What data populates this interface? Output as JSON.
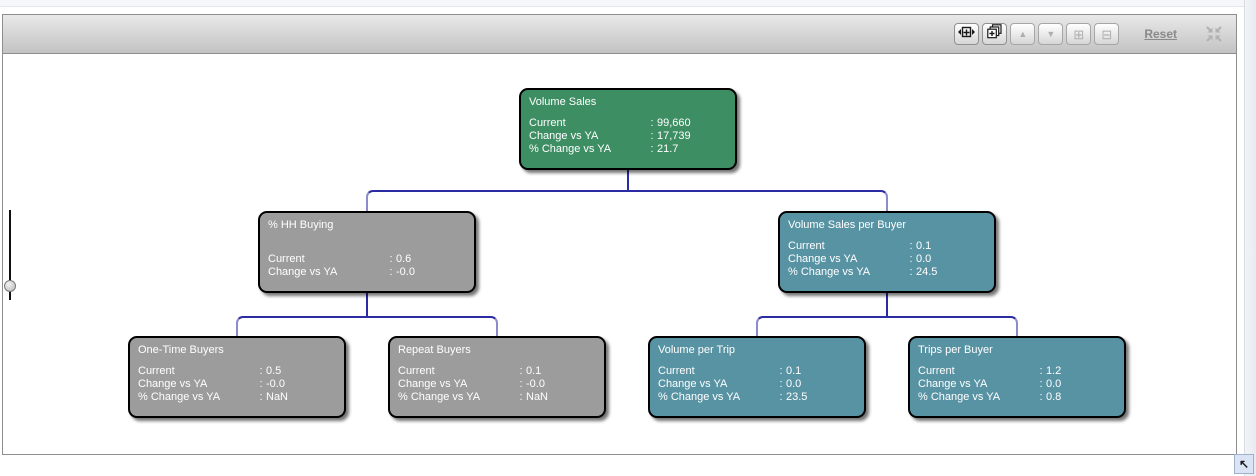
{
  "toolbar": {
    "reset_label": "Reset",
    "buttons": [
      {
        "id": "fit-width",
        "icon": "fit-width-icon",
        "enabled": true
      },
      {
        "id": "expand-all",
        "icon": "layers-expand-icon",
        "enabled": true
      },
      {
        "id": "move-up",
        "icon": "up-arrow-icon",
        "enabled": false
      },
      {
        "id": "move-down",
        "icon": "down-arrow-icon",
        "enabled": false
      },
      {
        "id": "expand-node",
        "icon": "plus-box-icon",
        "enabled": false
      },
      {
        "id": "collapse-node",
        "icon": "minus-box-icon",
        "enabled": false
      }
    ]
  },
  "icons": {
    "up_glyph": "▲",
    "down_glyph": "▼",
    "plus_glyph": "⊞",
    "minus_glyph": "⊟",
    "corner_glyph": "↖"
  },
  "colors": {
    "green": "#3E8E64",
    "teal": "#5893A3",
    "gray": "#9C9C9C",
    "connector": "#2B2BA3",
    "connector_light": "#8C8CCD"
  },
  "tree": {
    "colon": ":",
    "nodes": [
      {
        "id": "volume-sales",
        "title": "Volume Sales",
        "color": "green",
        "rows": [
          {
            "label": "Current",
            "value": "99,660"
          },
          {
            "label": "Change vs YA",
            "value": "17,739"
          },
          {
            "label": "% Change vs YA",
            "value": "21.7"
          }
        ]
      },
      {
        "id": "hh-buying",
        "title": "% HH Buying",
        "color": "gray",
        "rows": [
          {
            "label": "Current",
            "value": "0.6"
          },
          {
            "label": "Change vs YA",
            "value": "-0.0"
          }
        ]
      },
      {
        "id": "volume-sales-per-buyer",
        "title": "Volume Sales per Buyer",
        "color": "teal",
        "rows": [
          {
            "label": "Current",
            "value": "0.1"
          },
          {
            "label": "Change vs YA",
            "value": "0.0"
          },
          {
            "label": "% Change vs YA",
            "value": "24.5"
          }
        ]
      },
      {
        "id": "one-time-buyers",
        "title": "One-Time Buyers",
        "color": "gray",
        "rows": [
          {
            "label": "Current",
            "value": "0.5"
          },
          {
            "label": "Change vs YA",
            "value": "-0.0"
          },
          {
            "label": "% Change vs YA",
            "value": "NaN"
          }
        ]
      },
      {
        "id": "repeat-buyers",
        "title": "Repeat Buyers",
        "color": "gray",
        "rows": [
          {
            "label": "Current",
            "value": "0.1"
          },
          {
            "label": "Change vs YA",
            "value": "-0.0"
          },
          {
            "label": "% Change vs YA",
            "value": "NaN"
          }
        ]
      },
      {
        "id": "volume-per-trip",
        "title": "Volume per Trip",
        "color": "teal",
        "rows": [
          {
            "label": "Current",
            "value": "0.1"
          },
          {
            "label": "Change vs YA",
            "value": "0.0"
          },
          {
            "label": "% Change vs YA",
            "value": "23.5"
          }
        ]
      },
      {
        "id": "trips-per-buyer",
        "title": "Trips per Buyer",
        "color": "teal",
        "rows": [
          {
            "label": "Current",
            "value": "1.2"
          },
          {
            "label": "Change vs YA",
            "value": "0.0"
          },
          {
            "label": "% Change vs YA",
            "value": "0.8"
          }
        ]
      }
    ]
  }
}
